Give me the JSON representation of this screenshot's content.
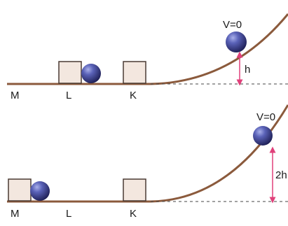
{
  "colors": {
    "track": "#8b5a3c",
    "block_fill": "#f3e7df",
    "block_stroke": "#4a3a33",
    "ball_dark": "#23245e",
    "ball_light": "#8f96d8",
    "height_arrow": "#e0407a",
    "dashed_line": "#444444"
  },
  "top_panel": {
    "point_labels": [
      "M",
      "L",
      "K"
    ],
    "velocity_label": "V=0",
    "height_label": "h"
  },
  "bottom_panel": {
    "point_labels": [
      "M",
      "L",
      "K"
    ],
    "velocity_label": "V=0",
    "height_label": "2h"
  }
}
